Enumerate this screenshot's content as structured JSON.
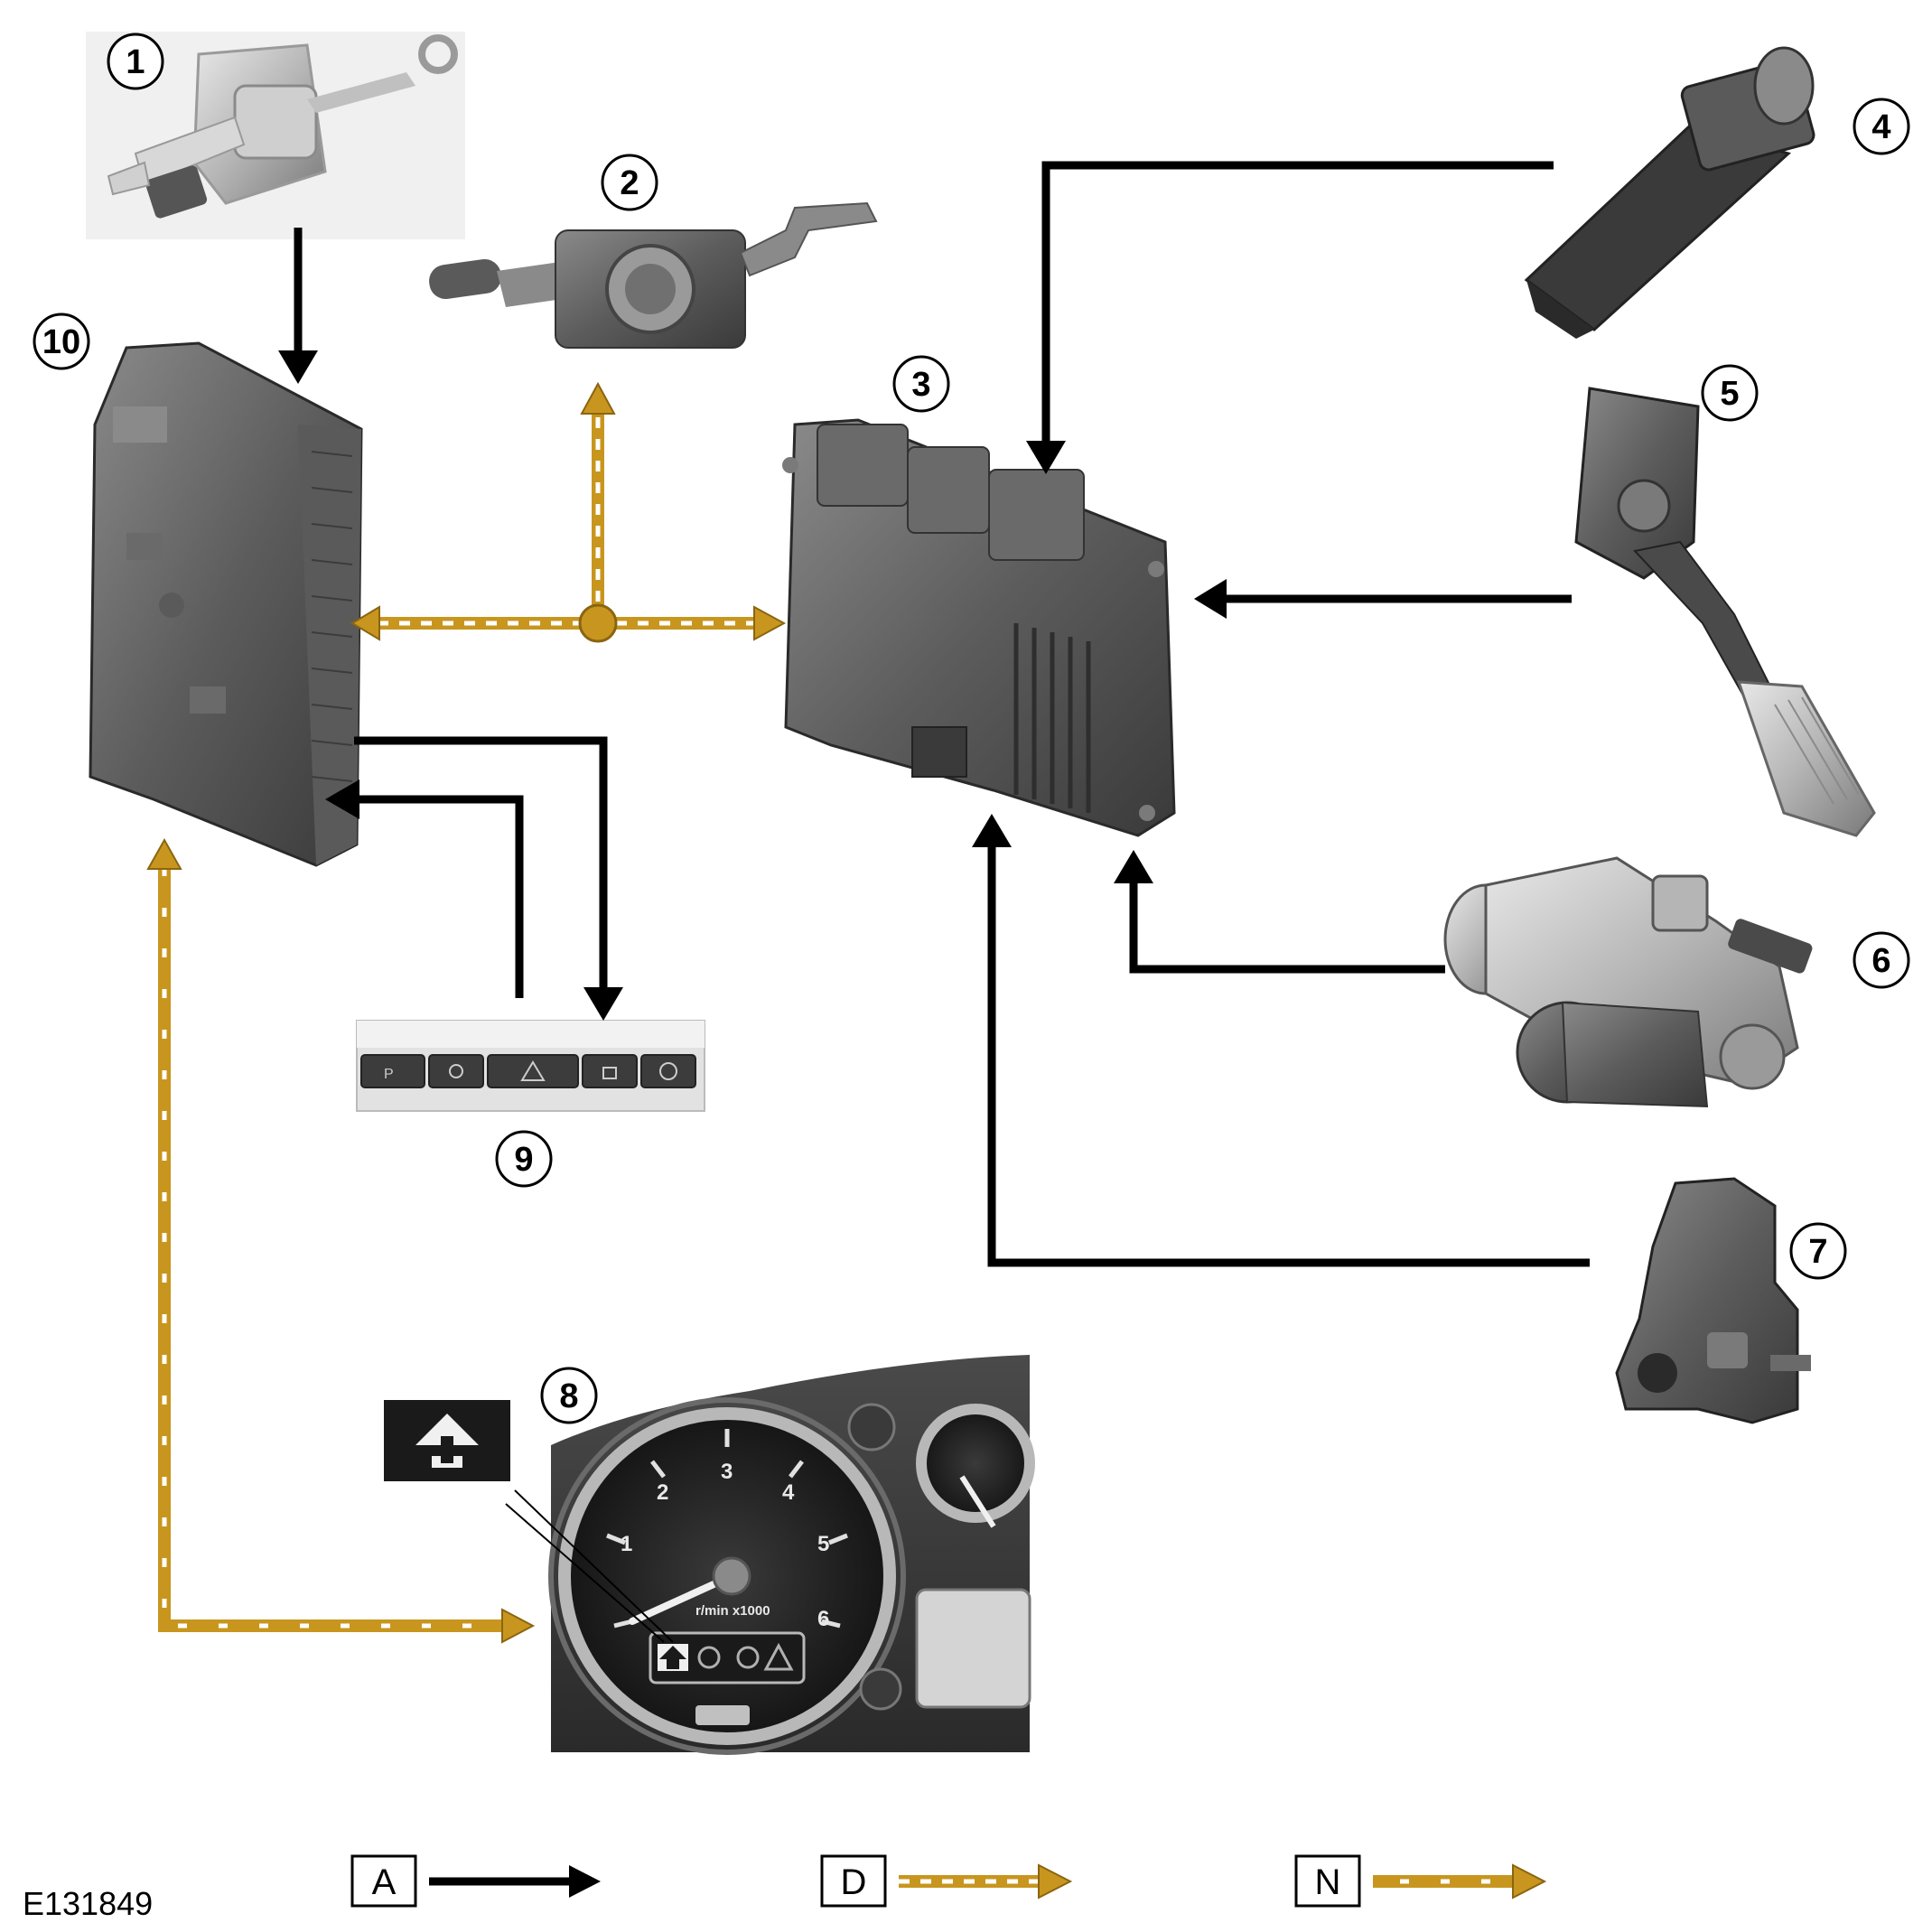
{
  "callouts": [
    {
      "n": "1"
    },
    {
      "n": "2"
    },
    {
      "n": "3"
    },
    {
      "n": "4"
    },
    {
      "n": "5"
    },
    {
      "n": "6"
    },
    {
      "n": "7"
    },
    {
      "n": "8"
    },
    {
      "n": "9"
    },
    {
      "n": "10"
    }
  ],
  "legend": {
    "a_label": "A",
    "d_label": "D",
    "n_label": "N"
  },
  "reference": "E131849",
  "cluster": {
    "tach_numbers": [
      "1",
      "2",
      "3",
      "4",
      "5",
      "6"
    ],
    "tach_units": "r/min  x1000"
  },
  "colors": {
    "hardwire": "#000000",
    "can_bus": "#c8961e",
    "dash_white": "#ffffff"
  }
}
